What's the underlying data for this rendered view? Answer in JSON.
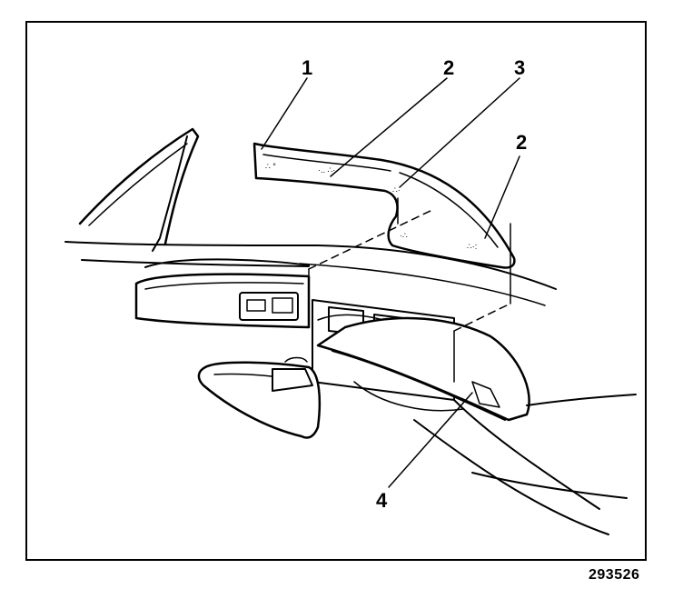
{
  "figure": {
    "figure_number": "293526",
    "callouts": [
      {
        "id": "callout-1",
        "label": "1"
      },
      {
        "id": "callout-2a",
        "label": "2"
      },
      {
        "id": "callout-3",
        "label": "3"
      },
      {
        "id": "callout-2b",
        "label": "2"
      },
      {
        "id": "callout-4",
        "label": "4"
      }
    ]
  },
  "colors": {
    "ink": "#000000",
    "paper": "#ffffff"
  }
}
